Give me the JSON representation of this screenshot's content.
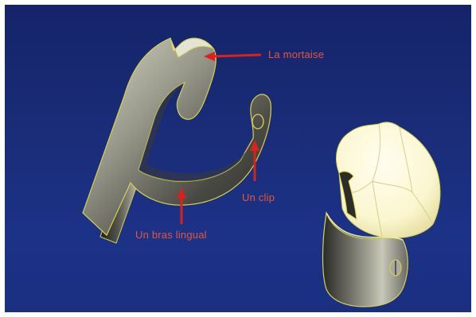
{
  "labels": {
    "mortaise": "La mortaise",
    "clip": "Un clip",
    "bras_lingual": "Un bras lingual"
  },
  "colors": {
    "background_top": "#152469",
    "background_bottom": "#1c3287",
    "label_text": "#e8553a",
    "arrow": "#d8221c",
    "metal_outline": "#d8d24a",
    "tooth_crown": "#fbf8d8"
  }
}
